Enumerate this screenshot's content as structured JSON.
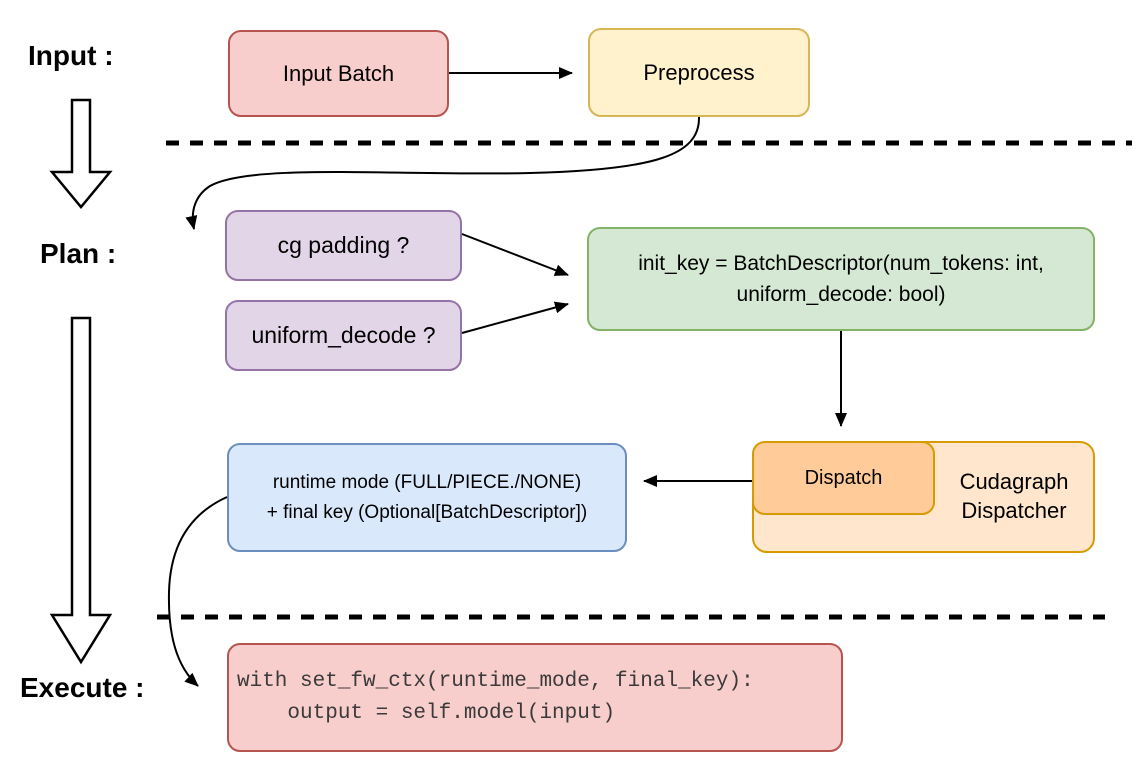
{
  "sections": {
    "input_label": "Input :",
    "plan_label": "Plan :",
    "execute_label": "Execute :"
  },
  "nodes": {
    "input_batch": {
      "label": "Input Batch",
      "fill": "#f8cecc",
      "stroke": "#b85450"
    },
    "preprocess": {
      "label": "Preprocess",
      "fill": "#fff2cc",
      "stroke": "#d6b656"
    },
    "cg_padding": {
      "label": "cg padding ?",
      "fill": "#e1d5e7",
      "stroke": "#9673a6"
    },
    "uniform_decode": {
      "label": "uniform_decode ?",
      "fill": "#e1d5e7",
      "stroke": "#9673a6"
    },
    "init_key": {
      "line1": "init_key = BatchDescriptor(num_tokens: int,",
      "line2": "uniform_decode: bool)",
      "fill": "#d5e8d4",
      "stroke": "#82b366"
    },
    "dispatch": {
      "label": "Dispatch",
      "fill": "#ffcc99",
      "stroke": "#d79b00"
    },
    "cudagraph_dispatcher": {
      "line1": "Cudagraph",
      "line2": "Dispatcher",
      "fill": "#ffe6cc",
      "stroke": "#d79b00"
    },
    "runtime_result": {
      "line1": "runtime mode (FULL/PIECE./NONE)",
      "line2": "+ final key (Optional[BatchDescriptor])",
      "fill": "#dae8fc",
      "stroke": "#6c8ebf"
    },
    "execute_code": {
      "line1": "with set_fw_ctx(runtime_mode, final_key):",
      "line2": "    output = self.model(input)",
      "fill": "#f8cecc",
      "stroke": "#b85450"
    }
  },
  "connectors": {
    "line_color": "#000000",
    "divider_style": "dashed"
  }
}
